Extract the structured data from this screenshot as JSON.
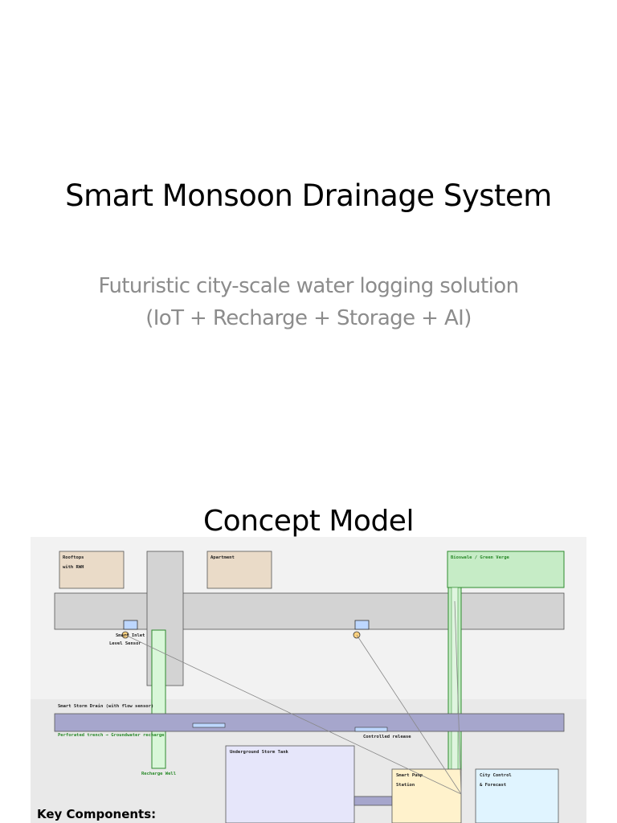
{
  "slide": {
    "title": "Smart Monsoon Drainage System",
    "subtitle": "Futuristic city-scale water logging solution (IoT + Recharge + Storage + AI)",
    "section_title": "Concept Model",
    "key_components_label": "Key Components:"
  },
  "diagram": {
    "labels": {
      "rooftops_1": "Rooftops",
      "rooftops_2": "with RWH",
      "apartment": "Apartment",
      "bioswale": "Bioswale / Green Verge",
      "inlet_sensor_1": "Smart Inlet",
      "inlet_sensor_2": "Level Sensor",
      "storm_drain": "Smart Storm Drain (with flow sensor)",
      "perforated_trench": "Perforated trench → Groundwater recharge",
      "controlled_release": "Controlled release",
      "recharge_well": "Recharge Well",
      "storage_tank": "Underground Storm Tank",
      "pump_1": "Smart Pump",
      "pump_2": "Station",
      "control_1": "City Control",
      "control_2": "& Forecast"
    },
    "colors": {
      "background": "#f2f2f2",
      "road": "#d3d3d3",
      "building": "#eadbc8",
      "green_fill": "#c6ecc6",
      "green_stroke": "#2e8b2e",
      "drain": "#a6a6cc",
      "tank": "#e6e6fa",
      "pump": "#fff2cc",
      "control": "#e0f4ff",
      "sensor": "#ffd27f",
      "inlet": "#bdd7ff"
    }
  }
}
